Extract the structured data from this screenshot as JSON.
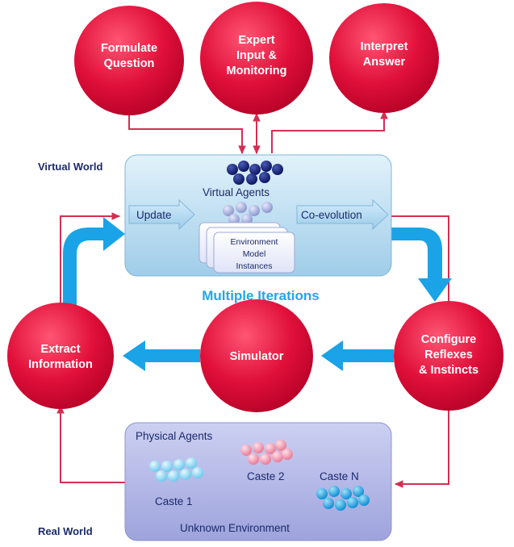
{
  "nodes": {
    "formulate": [
      "Formulate",
      "Question"
    ],
    "expert": [
      "Expert",
      "Input &",
      "Monitoring"
    ],
    "interpret": [
      "Interpret",
      "Answer"
    ],
    "extract": [
      "Extract",
      "Information"
    ],
    "simulator": [
      "Simulator"
    ],
    "configure": [
      "Configure",
      "Reflexes",
      "& Instincts"
    ]
  },
  "virtual_world": {
    "label": "Virtual World",
    "agents_label": "Virtual Agents",
    "update_label": "Update",
    "coevolution_label": "Co-evolution",
    "env_instances": [
      "Environment",
      "Model",
      "Instances"
    ]
  },
  "iterations_label": "Multiple Iterations",
  "real_world": {
    "label": "Real World",
    "physical_agents_label": "Physical Agents",
    "castes": [
      "Caste 1",
      "Caste 2",
      "Caste N"
    ],
    "environment_label": "Unknown Environment"
  },
  "colors": {
    "node_red": "#e0103a",
    "arrow_red": "#d32f52",
    "flow_blue": "#1aa3e6",
    "navy_text": "#1b2a6b",
    "caste1": "#8fd8f2",
    "caste2": "#f2a0b4",
    "casteN": "#2aa8e6",
    "virtual_agents_top": "#13206e",
    "virtual_agents_mid": "#9aa4d8"
  }
}
